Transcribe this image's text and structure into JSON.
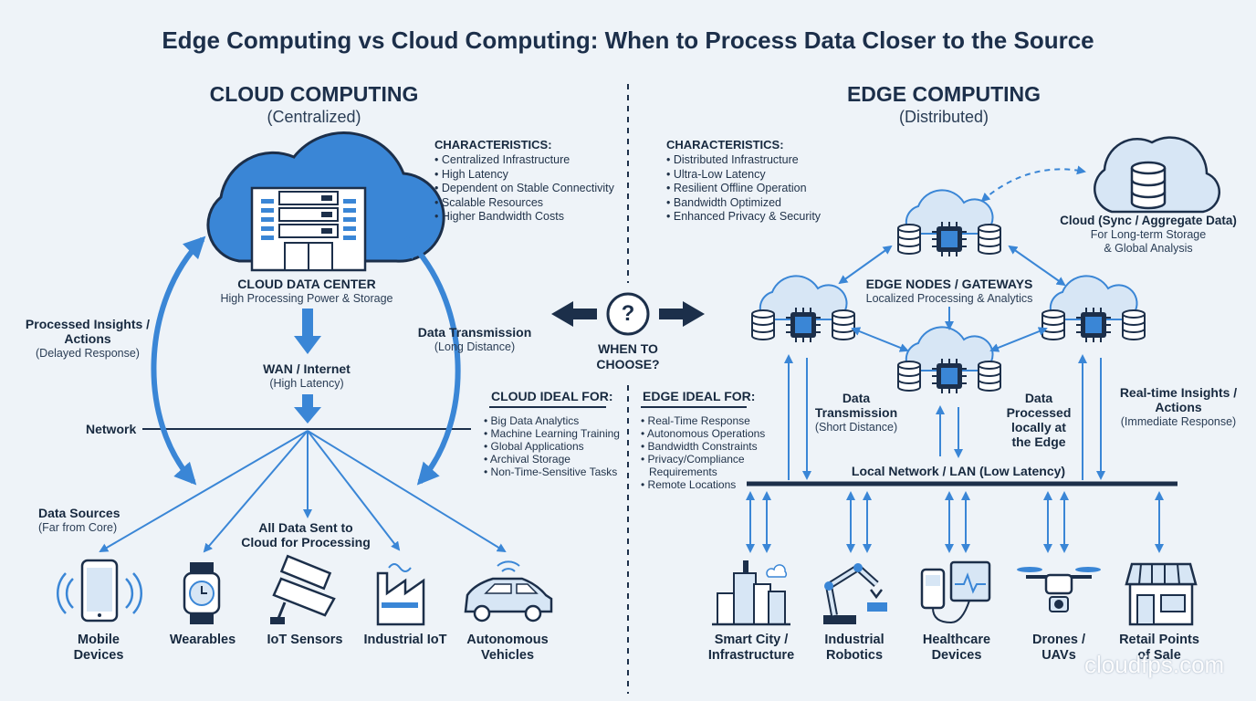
{
  "title": "Edge Computing vs Cloud Computing: When to Process Data Closer to the Source",
  "cloud": {
    "heading": "CLOUD COMPUTING",
    "subheading": "(Centralized)",
    "characteristics_title": "CHARACTERISTICS:",
    "characteristics": [
      "Centralized Infrastructure",
      "High Latency",
      "Dependent on Stable Connectivity",
      "Scalable Resources",
      "Higher Bandwidth Costs"
    ],
    "datacenter_title": "CLOUD DATA CENTER",
    "datacenter_sub": "High Processing Power & Storage",
    "wan_title": "WAN / Internet",
    "wan_sub": "(High Latency)",
    "network_label": "Network",
    "insights_title_1": "Processed Insights /",
    "insights_title_2": "Actions",
    "insights_sub": "(Delayed Response)",
    "transmission_title": "Data Transmission",
    "transmission_sub": "(Long Distance)",
    "sources_title": "Data Sources",
    "sources_sub": "(Far from Core)",
    "all_data_1": "All Data Sent to",
    "all_data_2": "Cloud for Processing",
    "ideal_title": "CLOUD IDEAL FOR:",
    "ideal": [
      "Big Data Analytics",
      "Machine Learning Training",
      "Global Applications",
      "Archival Storage",
      "Non-Time-Sensitive Tasks"
    ],
    "devices": [
      {
        "line1": "Mobile",
        "line2": "Devices",
        "icon": "smartphone-icon"
      },
      {
        "line1": "Wearables",
        "line2": "",
        "icon": "smartwatch-icon"
      },
      {
        "line1": "IoT Sensors",
        "line2": "",
        "icon": "security-camera-icon"
      },
      {
        "line1": "Industrial IoT",
        "line2": "",
        "icon": "factory-icon"
      },
      {
        "line1": "Autonomous",
        "line2": "Vehicles",
        "icon": "car-icon"
      }
    ]
  },
  "center": {
    "question": "?",
    "when_1": "WHEN TO",
    "when_2": "CHOOSE?"
  },
  "edge": {
    "heading": "EDGE COMPUTING",
    "subheading": "(Distributed)",
    "characteristics_title": "CHARACTERISTICS:",
    "characteristics": [
      "Distributed Infrastructure",
      "Ultra-Low Latency",
      "Resilient Offline Operation",
      "Bandwidth Optimized",
      "Enhanced Privacy & Security"
    ],
    "cloud_sync_title": "Cloud (Sync / Aggregate Data)",
    "cloud_sync_sub_1": "For Long-term Storage",
    "cloud_sync_sub_2": "& Global Analysis",
    "nodes_title": "EDGE NODES / GATEWAYS",
    "nodes_sub": "Localized Processing & Analytics",
    "transmission_title_1": "Data",
    "transmission_title_2": "Transmission",
    "transmission_sub": "(Short Distance)",
    "processed_1": "Data",
    "processed_2": "Processed",
    "processed_3": "locally at",
    "processed_4": "the Edge",
    "realtime_title_1": "Real-time Insights /",
    "realtime_title_2": "Actions",
    "realtime_sub": "(Immediate Response)",
    "lan_label": "Local Network / LAN (Low Latency)",
    "ideal_title": "EDGE IDEAL FOR:",
    "ideal": [
      "Real-Time Response",
      "Autonomous Operations",
      "Bandwidth Constraints",
      "Privacy/Compliance",
      "Requirements",
      "Remote Locations"
    ],
    "devices": [
      {
        "line1": "Smart City /",
        "line2": "Infrastructure",
        "icon": "smart-city-icon"
      },
      {
        "line1": "Industrial",
        "line2": "Robotics",
        "icon": "robot-arm-icon"
      },
      {
        "line1": "Healthcare",
        "line2": "Devices",
        "icon": "medical-monitor-icon"
      },
      {
        "line1": "Drones /",
        "line2": "UAVs",
        "icon": "drone-icon"
      },
      {
        "line1": "Retail Points",
        "line2": "of Sale",
        "icon": "storefront-icon"
      }
    ]
  },
  "watermark": "cloudfps.com",
  "colors": {
    "accent": "#3a86d6",
    "dark": "#1c2f4a",
    "light_blue": "#d7e6f5",
    "background": "#eef3f8"
  }
}
